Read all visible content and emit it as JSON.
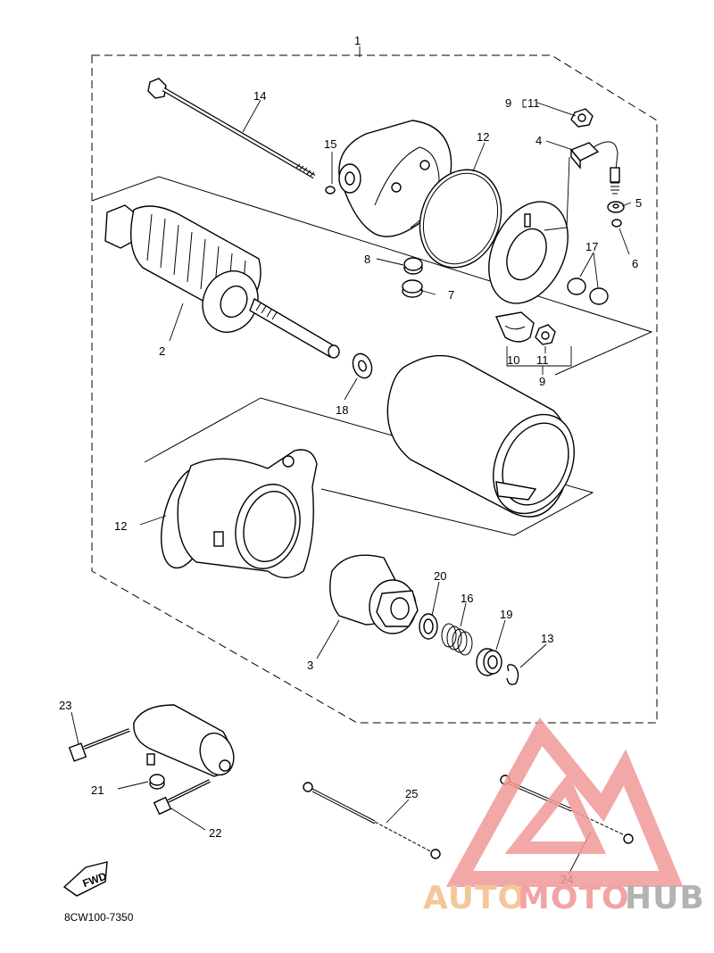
{
  "diagram": {
    "callouts": {
      "c1": "1",
      "c2": "2",
      "c3": "3",
      "c4": "4",
      "c5": "5",
      "c6": "6",
      "c7": "7",
      "c8": "8",
      "c9_top": "9",
      "c9_bottom": "9",
      "c10": "10",
      "c11_top": "11",
      "c11_bottom": "11",
      "c12_top": "12",
      "c12_left": "12",
      "c13": "13",
      "c14": "14",
      "c15": "15",
      "c16": "16",
      "c17": "17",
      "c18": "18",
      "c19": "19",
      "c20": "20",
      "c21": "21",
      "c22": "22",
      "c23": "23",
      "c24": "24",
      "c25": "25"
    },
    "fwd_label": "FWD",
    "diagram_code": "8CW100-7350"
  },
  "watermark": {
    "text_auto": "AUTO",
    "text_moto": "MOTO",
    "text_hub": "HUB",
    "color_auto": "#f4c79a",
    "color_moto": "#f2a3a3",
    "color_hub": "#b3b3b3",
    "logo_color": "#f29a9a"
  }
}
